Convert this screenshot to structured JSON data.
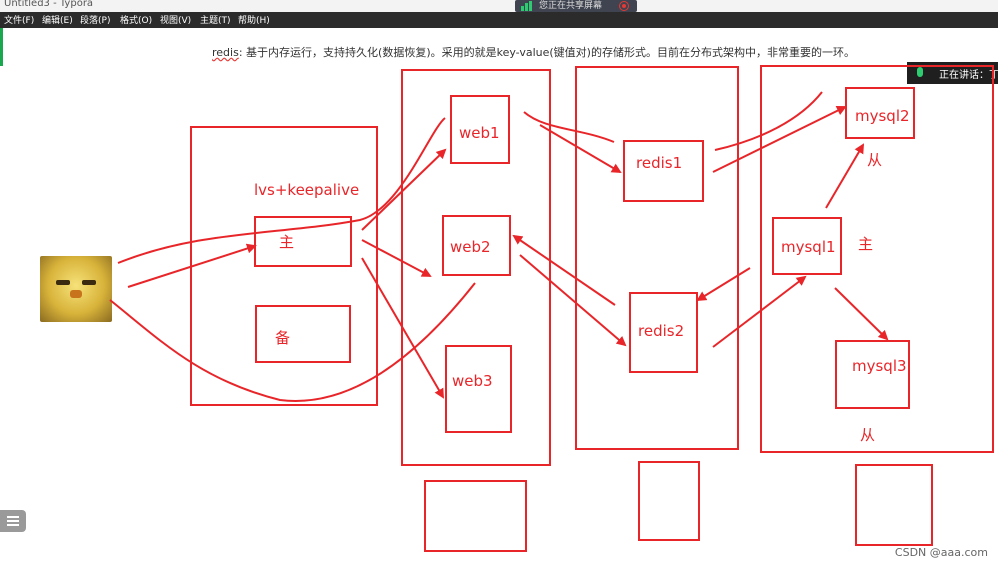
{
  "window": {
    "title": "Untitled3 - Typora"
  },
  "menu": [
    "文件(F)",
    "编辑(E)",
    "段落(P)",
    "格式(O)",
    "视图(V)",
    "主题(T)",
    "帮助(H)"
  ],
  "screen_share": {
    "text": "您正在共享屏幕"
  },
  "speaking": {
    "text": "正在讲话：丁"
  },
  "document": {
    "keyword": "redis",
    "text": ": 基于内存运行，支持持久化(数据恢复)。采用的就是key-value(键值对)的存储形式。目前在分布式架构中，非常重要的一环。"
  },
  "diagram": {
    "lb_label": "lvs+keepalive",
    "master": "主",
    "backup": "备",
    "web": [
      "web1",
      "web2",
      "web3"
    ],
    "redis": [
      "redis1",
      "redis2"
    ],
    "mysql": [
      "mysql2",
      "mysql1",
      "mysql3"
    ],
    "slave_label_1": "从",
    "master_label": "主",
    "slave_label_2": "从"
  },
  "watermark": "CSDN @aaa.com",
  "colors": {
    "ink": "#e8262a",
    "menubar": "#2b2b2b",
    "accent": "#1aa84f"
  }
}
